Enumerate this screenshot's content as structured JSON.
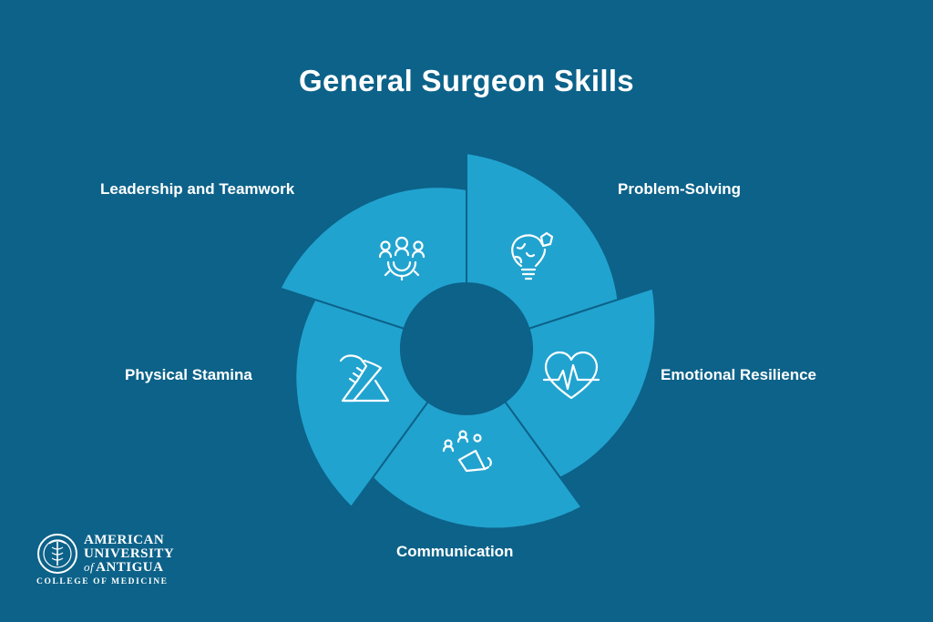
{
  "title": "General Surgeon Skills",
  "accent_color": "#21a3cf",
  "background_color": "#0c6289",
  "skills": [
    {
      "label": "Problem-Solving",
      "icon": "lightbulb-brain-icon"
    },
    {
      "label": "Emotional Resilience",
      "icon": "heart-pulse-icon"
    },
    {
      "label": "Communication",
      "icon": "megaphone-people-icon"
    },
    {
      "label": "Physical Stamina",
      "icon": "running-shoe-icon"
    },
    {
      "label": "Leadership and Teamwork",
      "icon": "team-gear-icon"
    }
  ],
  "logo": {
    "line1": "AMERICAN",
    "line2": "UNIVERSITY",
    "line3_of": "of",
    "line3_rest": "ANTIGUA",
    "line4": "COLLEGE OF MEDICINE"
  }
}
